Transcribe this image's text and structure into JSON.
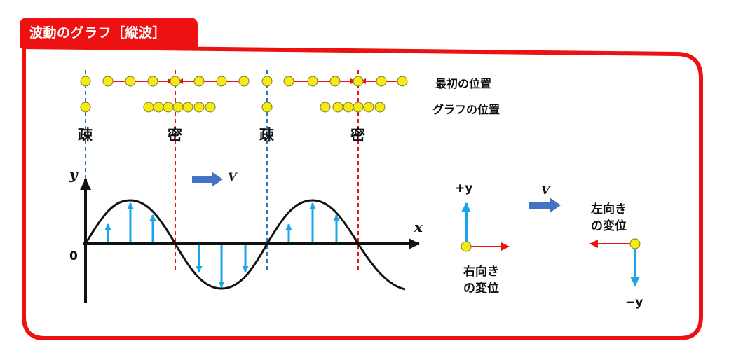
{
  "title": "波動のグラフ［縦波］",
  "row_labels": {
    "initial": "最初の位置",
    "graph": "グラフの位置"
  },
  "regions": [
    "疎",
    "密",
    "疎",
    "密"
  ],
  "axes": {
    "y": "y",
    "x": "x",
    "origin": "0",
    "velocity": "V"
  },
  "right_panel": {
    "plus_y": "+y",
    "velocity": "V",
    "right_disp": [
      "右向き",
      "の変位"
    ],
    "left_disp": [
      "左向き",
      "の変位"
    ],
    "minus_y": "−y"
  },
  "colors": {
    "frame": "#ee1111",
    "particle": "#f5ea14",
    "displacement_arrow": "#ee1111",
    "y_arrow": "#19a6e8",
    "velocity_arrow": "#4472c4",
    "rarefaction_line": "#2e75b6",
    "compression_line": "#ee1111"
  }
}
